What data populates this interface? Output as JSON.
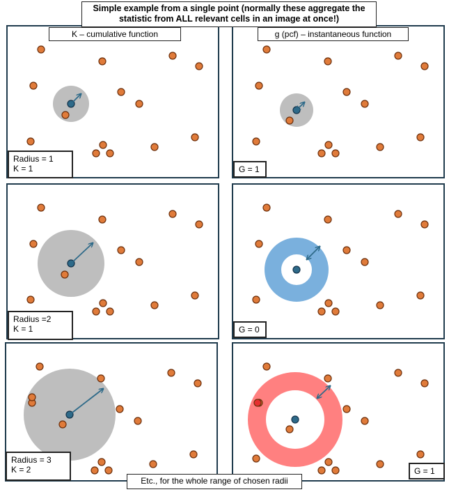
{
  "title": "Simple example from a single point (normally these aggregate the\nstatistic from ALL relevant cells in an image at once!)",
  "column_headers": {
    "left": "K – cumulative function",
    "right": "g (pcf) – instantaneous function"
  },
  "panels": [
    {
      "id": "k-r1",
      "label": "Radius = 1\nK = 1"
    },
    {
      "id": "g-r1",
      "label": "G = 1"
    },
    {
      "id": "k-r2",
      "label": "Radius =2\nK = 1"
    },
    {
      "id": "g-r2",
      "label": "G = 0"
    },
    {
      "id": "k-r3",
      "label": "Radius = 3\nK = 2"
    },
    {
      "id": "g-r3",
      "label": "G = 1"
    }
  ],
  "footer": "Etc., for the whole range of  chosen radii",
  "colors": {
    "cell": "#e07b3a",
    "cell_outline": "#6b2e0b",
    "center_cell": "#2e6a89",
    "arrow": "#2e6a89",
    "disc": "#bebebe",
    "ring_empty": "#7ab0dd",
    "ring_hit": "#ff8080",
    "hit_cell": "#e53030",
    "frame": "#1f3b4d"
  },
  "icons": [
    "cell-dot",
    "radius-arrow",
    "bidirectional-arrow"
  ]
}
